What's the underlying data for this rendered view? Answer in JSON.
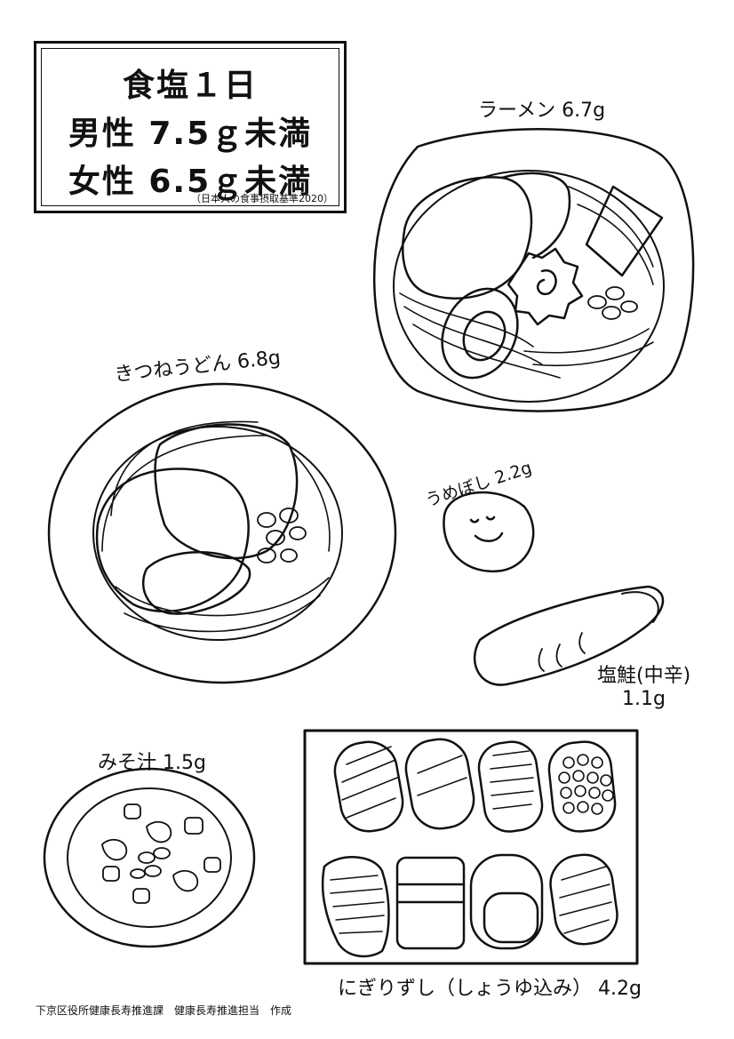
{
  "title": {
    "line1": "食塩１日",
    "line2": "男性 7.5ｇ未満",
    "line3": "女性 6.5ｇ未満",
    "source": "（日本人の食事摂取基準2020）"
  },
  "foods": {
    "ramen": "ラーメン 6.7g",
    "kitsune_udon": "きつねうどん 6.8g",
    "umeboshi": "うめぼし 2.2g",
    "shiozake": "塩鮭(中辛)",
    "shiozake_amount": "1.1g",
    "misoshiru": "みそ汁 1.5g",
    "nigirizushi": "にぎりずし（しょうゆ込み） 4.2g"
  },
  "footer": "下京区役所健康長寿推進課　健康長寿推進担当　作成",
  "colors": {
    "line": "#111111",
    "background": "#ffffff"
  }
}
